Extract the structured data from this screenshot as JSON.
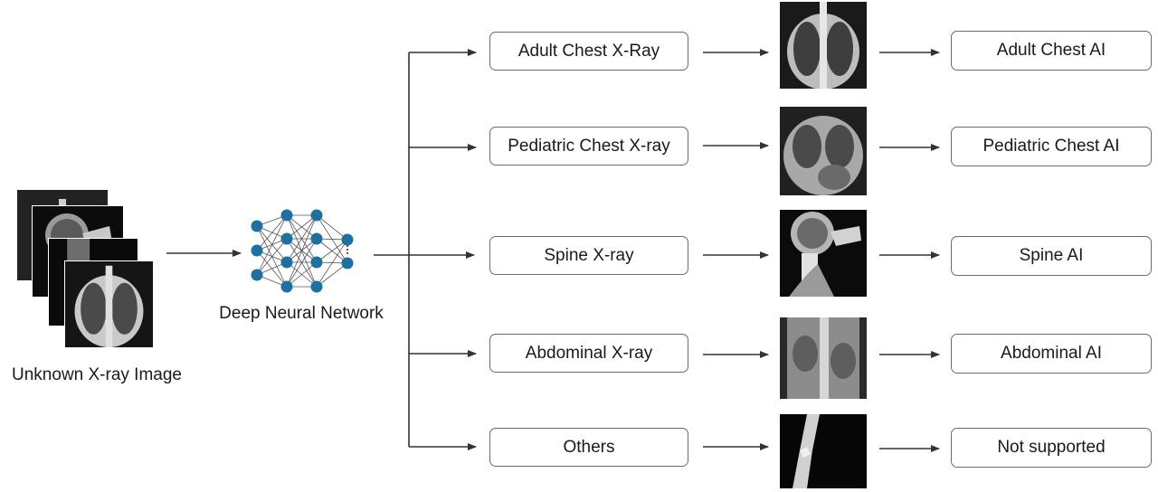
{
  "input": {
    "label": "Unknown X-ray Image"
  },
  "network": {
    "label": "Deep Neural Network"
  },
  "categories": [
    {
      "label": "Adult Chest X-Ray",
      "output": "Adult Chest AI",
      "image": "adult-chest-xray-image"
    },
    {
      "label": "Pediatric Chest X-ray",
      "output": "Pediatric Chest AI",
      "image": "pediatric-chest-xray-image"
    },
    {
      "label": "Spine X-ray",
      "output": "Spine AI",
      "image": "spine-xray-image"
    },
    {
      "label": "Abdominal X-ray",
      "output": "Abdominal AI",
      "image": "abdominal-xray-image"
    },
    {
      "label": "Others",
      "output": "Not supported",
      "image": "arm-xray-image"
    }
  ],
  "colors": {
    "node": "#1f6f9f",
    "line": "#333333",
    "box_border": "#6b6b6b"
  }
}
